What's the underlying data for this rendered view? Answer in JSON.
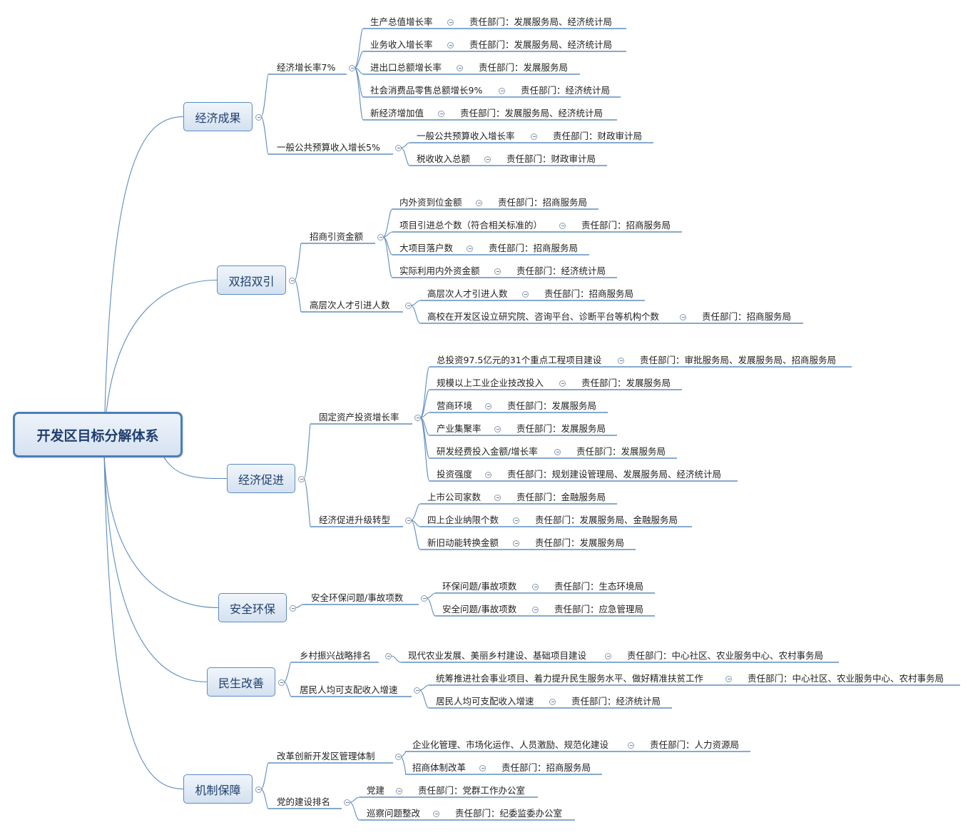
{
  "root": {
    "label": "开发区目标分解体系"
  },
  "branches": [
    {
      "label": "经济成果",
      "children": [
        {
          "label": "经济增长率7%",
          "children": [
            {
              "label": "生产总值增长率",
              "dept": "责任部门：发展服务局、经济统计局"
            },
            {
              "label": "业务收入增长率",
              "dept": "责任部门：发展服务局、经济统计局"
            },
            {
              "label": "进出口总额增长率",
              "dept": "责任部门：发展服务局"
            },
            {
              "label": "社会消费品零售总额增长9%",
              "dept": "责任部门：经济统计局"
            },
            {
              "label": "新经济增加值",
              "dept": "责任部门：发展服务局、经济统计局"
            }
          ]
        },
        {
          "label": "一般公共预算收入增长5%",
          "children": [
            {
              "label": "一般公共预算收入增长率",
              "dept": "责任部门：财政审计局"
            },
            {
              "label": "税收收入总额",
              "dept": "责任部门：财政审计局"
            }
          ]
        }
      ]
    },
    {
      "label": "双招双引",
      "children": [
        {
          "label": "招商引资金额",
          "children": [
            {
              "label": "内外资到位金额",
              "dept": "责任部门：招商服务局"
            },
            {
              "label": "项目引进总个数（符合相关标准的）",
              "dept": "责任部门：招商服务局"
            },
            {
              "label": "大项目落户数",
              "dept": "责任部门：招商服务局"
            },
            {
              "label": "实际利用内外资金额",
              "dept": "责任部门：经济统计局"
            }
          ]
        },
        {
          "label": "高层次人才引进人数",
          "children": [
            {
              "label": "高层次人才引进人数",
              "dept": "责任部门：招商服务局"
            },
            {
              "label": "高校在开发区设立研究院、咨询平台、诊断平台等机构个数",
              "dept": "责任部门：招商服务局"
            }
          ]
        }
      ]
    },
    {
      "label": "经济促进",
      "children": [
        {
          "label": "固定资产投资增长率",
          "children": [
            {
              "label": "总投资97.5亿元的31个重点工程项目建设",
              "dept": "责任部门：审批服务局、发展服务局、招商服务局"
            },
            {
              "label": "规模以上工业企业技改投入",
              "dept": "责任部门：发展服务局"
            },
            {
              "label": "营商环境",
              "dept": "责任部门：发展服务局"
            },
            {
              "label": "产业集聚率",
              "dept": "责任部门：发展服务局"
            },
            {
              "label": "研发经费投入金额/增长率",
              "dept": "责任部门：发展服务局"
            },
            {
              "label": "投资强度",
              "dept": "责任部门：规划建设管理局、发展服务局、经济统计局"
            }
          ]
        },
        {
          "label": "经济促进升级转型",
          "children": [
            {
              "label": "上市公司家数",
              "dept": "责任部门：金融服务局"
            },
            {
              "label": "四上企业纳限个数",
              "dept": "责任部门：发展服务局、金融服务局"
            },
            {
              "label": "新旧动能转换金额",
              "dept": "责任部门：发展服务局"
            }
          ]
        }
      ]
    },
    {
      "label": "安全环保",
      "children": [
        {
          "label": "安全环保问题/事故项数",
          "children": [
            {
              "label": "环保问题/事故项数",
              "dept": "责任部门：生态环境局"
            },
            {
              "label": "安全问题/事故项数",
              "dept": "责任部门：应急管理局"
            }
          ]
        }
      ]
    },
    {
      "label": "民生改善",
      "children": [
        {
          "label": "乡村振兴战略排名",
          "children": [
            {
              "label": "现代农业发展、美丽乡村建设、基础项目建设",
              "dept": "责任部门：中心社区、农业服务中心、农村事务局"
            }
          ]
        },
        {
          "label": "居民人均可支配收入增速",
          "children": [
            {
              "label": "统筹推进社会事业项目、着力提升民生服务水平、做好精准扶贫工作",
              "dept": "责任部门：中心社区、农业服务中心、农村事务局"
            },
            {
              "label": "居民人均可支配收入增速",
              "dept": "责任部门：经济统计局"
            }
          ]
        }
      ]
    },
    {
      "label": "机制保障",
      "children": [
        {
          "label": "改革创新开发区管理体制",
          "children": [
            {
              "label": "企业化管理、市场化运作、人员激励、规范化建设",
              "dept": "责任部门：人力资源局"
            },
            {
              "label": "招商体制改革",
              "dept": "责任部门：招商服务局"
            }
          ]
        },
        {
          "label": "党的建设排名",
          "children": [
            {
              "label": "党建",
              "dept": "责任部门：党群工作办公室"
            },
            {
              "label": "巡察问题整改",
              "dept": "责任部门：纪委监委办公室"
            }
          ]
        }
      ]
    }
  ]
}
